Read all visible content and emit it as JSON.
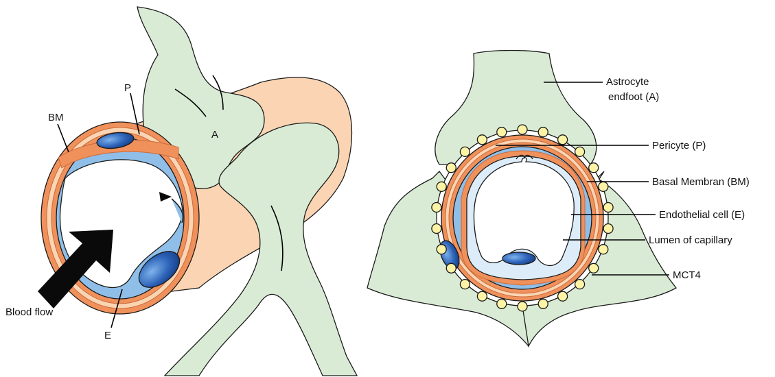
{
  "labels": {
    "p_short": "P",
    "bm_short": "BM",
    "a_short": "A",
    "e_short": "E",
    "blood_flow": "Blood flow",
    "astrocyte_line1": "Astrocyte",
    "astrocyte_line2": "endfoot (A)",
    "pericyte": "Pericyte (P)",
    "basal_membrane": "Basal Membran (BM)",
    "endothelial": "Endothelial cell (E)",
    "lumen": "Lumen of capillary",
    "mct4": "MCT4"
  },
  "colors": {
    "astrocyte_green": "#d9ebd5",
    "peach": "#fbd5b3",
    "basal_orange": "#f0915c",
    "pericyte_blue": "#8fbfe8",
    "endothelial_light": "#dcecf8",
    "nucleus_dark": "#1f4f9c",
    "mct4_yellow": "#fcf3a6",
    "arrow_black": "#0a0a0a"
  },
  "mct4_count": 26
}
